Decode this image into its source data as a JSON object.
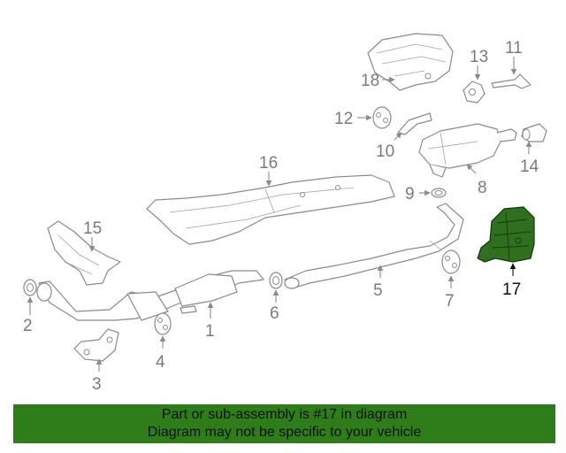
{
  "callouts": {
    "c1": "1",
    "c2": "2",
    "c3": "3",
    "c4": "4",
    "c5": "5",
    "c6": "6",
    "c7": "7",
    "c8": "8",
    "c9": "9",
    "c10": "10",
    "c11": "11",
    "c12": "12",
    "c13": "13",
    "c14": "14",
    "c15": "15",
    "c16": "16",
    "c17": "17",
    "c18": "18"
  },
  "highlighted_part": "17",
  "colors": {
    "highlight": "#2f6f1f",
    "banner": "#2e7d1a",
    "line_art": "#8a8a8a"
  },
  "banner": {
    "line1": "Part or sub-assembly is #17 in diagram",
    "line2": "Diagram may not be specific to your vehicle"
  }
}
